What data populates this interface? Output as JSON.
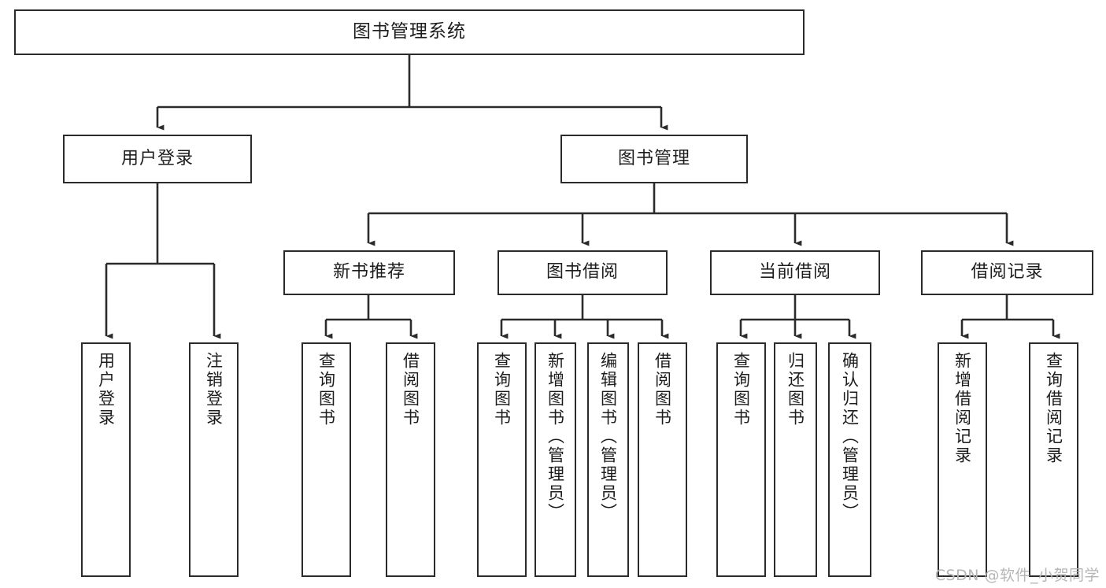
{
  "diagram": {
    "type": "tree",
    "title": "图书管理系统",
    "watermark": "CSDN @软件_小贺同学",
    "accent_color": "#2b2b2b",
    "background_color": "#ffffff",
    "nodes": {
      "root": {
        "label": "图书管理系统"
      },
      "level2": [
        {
          "id": "user-login",
          "label": "用户登录"
        },
        {
          "id": "book-manage",
          "label": "图书管理"
        }
      ],
      "level3": [
        {
          "id": "new-book-recommend",
          "label": "新书推荐"
        },
        {
          "id": "book-borrow",
          "label": "图书借阅"
        },
        {
          "id": "current-borrow",
          "label": "当前借阅"
        },
        {
          "id": "borrow-record",
          "label": "借阅记录"
        }
      ],
      "leaves": [
        {
          "id": "leaf-user-login",
          "label": "用户登录",
          "parent": "user-login"
        },
        {
          "id": "leaf-user-logout",
          "label": "注销登录",
          "parent": "user-login"
        },
        {
          "id": "leaf-query-book-1",
          "label": "查询图书",
          "parent": "new-book-recommend"
        },
        {
          "id": "leaf-borrow-book-1",
          "label": "借阅图书",
          "parent": "new-book-recommend"
        },
        {
          "id": "leaf-query-book-2",
          "label": "查询图书",
          "parent": "book-borrow"
        },
        {
          "id": "leaf-add-book",
          "label": "新增图书（管理员）",
          "parent": "book-borrow"
        },
        {
          "id": "leaf-edit-book",
          "label": "编辑图书（管理员）",
          "parent": "book-borrow"
        },
        {
          "id": "leaf-borrow-book-2",
          "label": "借阅图书",
          "parent": "book-borrow"
        },
        {
          "id": "leaf-query-book-3",
          "label": "查询图书",
          "parent": "current-borrow"
        },
        {
          "id": "leaf-return-book",
          "label": "归还图书",
          "parent": "current-borrow"
        },
        {
          "id": "leaf-confirm-return",
          "label": "确认归还（管理员）",
          "parent": "current-borrow"
        },
        {
          "id": "leaf-add-record",
          "label": "新增借阅记录",
          "parent": "borrow-record"
        },
        {
          "id": "leaf-query-record",
          "label": "查询借阅记录",
          "parent": "borrow-record"
        }
      ]
    }
  }
}
